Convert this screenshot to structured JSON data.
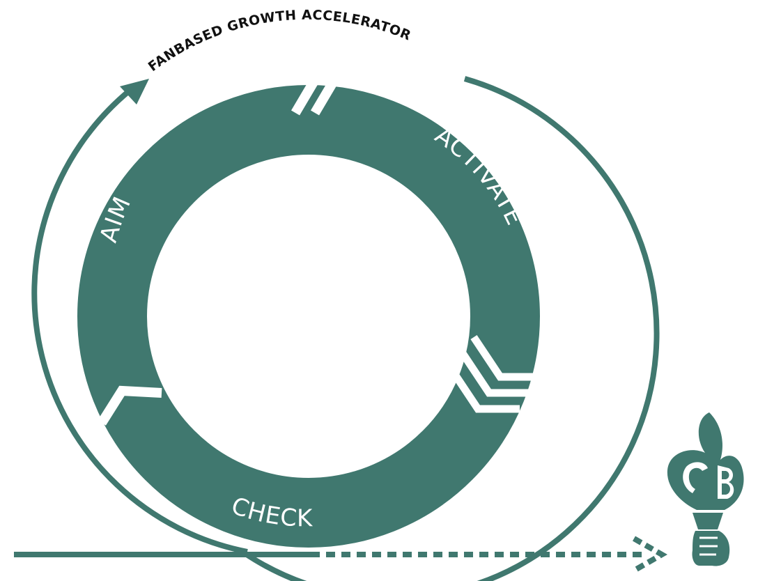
{
  "title": "FANBASED GROWTH ACCELERATOR",
  "segments": [
    {
      "id": "aim",
      "label": "AIM"
    },
    {
      "id": "activate",
      "label": "ACTIVATE"
    },
    {
      "id": "check",
      "label": "CHECK"
    }
  ],
  "colors": {
    "primary": "#40786f",
    "background": "#ffffff",
    "title_text": "#111111",
    "segment_text": "#ffffff"
  },
  "icons": {
    "logo": "torch-logo-icon",
    "arrow": "dashed-arrow-icon"
  }
}
